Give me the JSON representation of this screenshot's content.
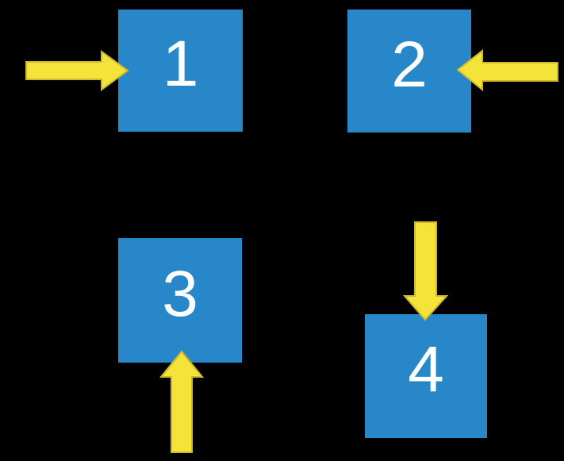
{
  "diagram": {
    "description": "Four numbered blue squares on a black background, each indicated by a thick yellow arrow",
    "boxes": [
      {
        "label": "1"
      },
      {
        "label": "2"
      },
      {
        "label": "3"
      },
      {
        "label": "4"
      }
    ],
    "arrows": [
      {
        "direction": "right",
        "points_at_box": "1",
        "side_entered": "left"
      },
      {
        "direction": "left",
        "points_at_box": "2",
        "side_entered": "right"
      },
      {
        "direction": "up",
        "points_at_box": "3",
        "side_entered": "bottom"
      },
      {
        "direction": "down",
        "points_at_box": "4",
        "side_entered": "top"
      }
    ]
  },
  "colors": {
    "background": "#000000",
    "box_fill": "#2787C8",
    "digit_color": "#FFFFFF",
    "arrow_fill": "#F4E339",
    "arrow_stroke": "#CDB92B"
  }
}
